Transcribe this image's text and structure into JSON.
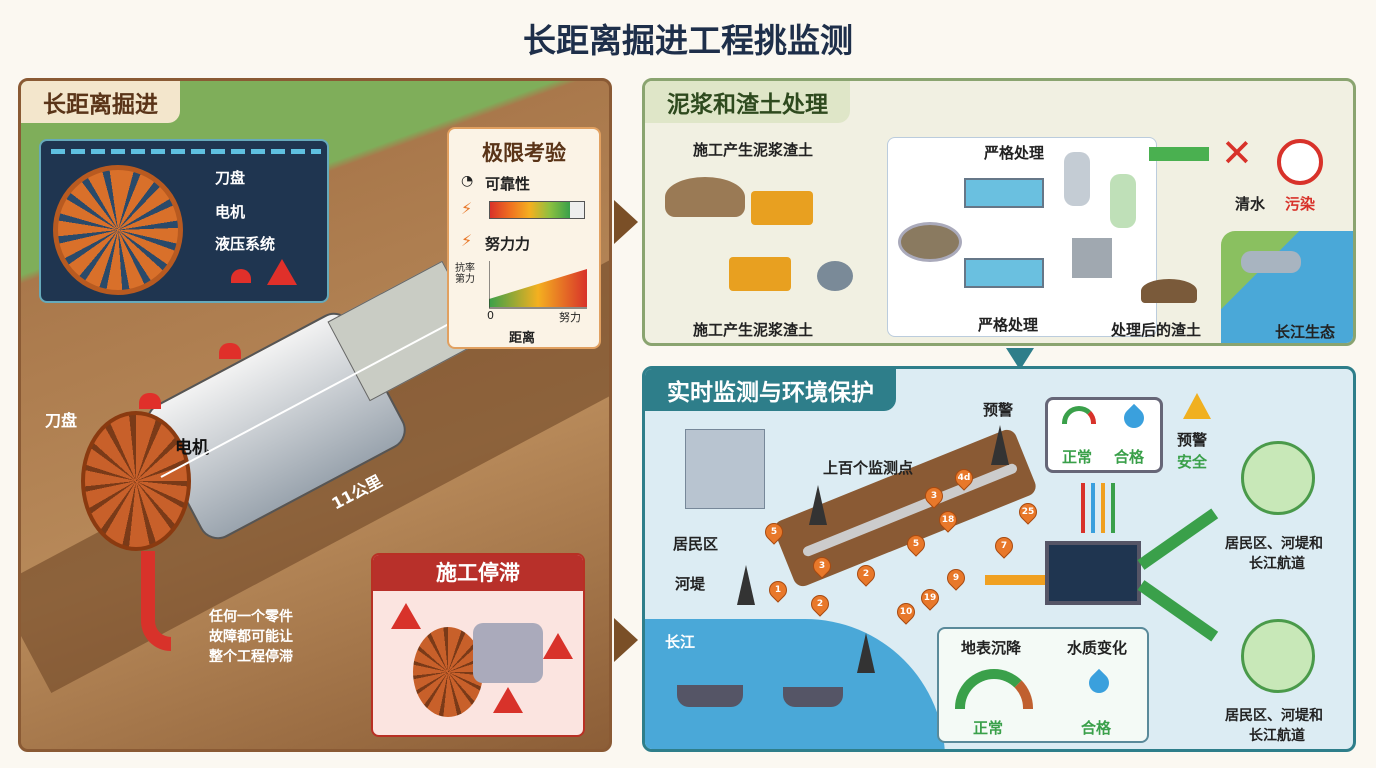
{
  "title": "长距离掘进工程挑监测",
  "left": {
    "header": "长距离掘进",
    "inset": {
      "labels": [
        "刀盘",
        "电机",
        "液压系统"
      ]
    },
    "test_card": {
      "title": "极限考验",
      "reliability": "可靠性",
      "effort": "努力力",
      "y_axis": "抗率\n第力",
      "x_origin": "0",
      "x_end": "努力",
      "x_axis": "距离"
    },
    "tbm_labels": {
      "cutter": "刀盘",
      "motor": "电机",
      "distance": "11公里"
    },
    "failure_text": [
      "任何一个零件",
      "故障都可能让",
      "整个工程停滞"
    ],
    "stall_card": {
      "title": "施工停滞"
    }
  },
  "slurry": {
    "header": "泥浆和渣土处理",
    "source_top": "施工产生泥浆渣土",
    "source_bottom": "施工产生泥浆渣土",
    "process_top": "严格处理",
    "process_bottom": "严格处理",
    "treated": "处理后的渣土",
    "clean_water": "清水",
    "pollution": "污染",
    "ecology": "长江生态"
  },
  "monitor": {
    "header": "实时监测与环境保护",
    "warning_top": "预警",
    "screen": {
      "normal": "正常",
      "qualified": "合格"
    },
    "warning_side": [
      "预警",
      "安全"
    ],
    "points_label": "上百个监测点",
    "residential": "居民区",
    "levee": "河堤",
    "river": "长江",
    "markers": [
      "5",
      "3",
      "1",
      "2",
      "2",
      "3",
      "4d",
      "18",
      "5",
      "9",
      "19",
      "10",
      "7",
      "25"
    ],
    "detail": {
      "settlement": "地表沉降",
      "water_quality": "水质变化",
      "normal": "正常",
      "qualified": "合格"
    },
    "targets": [
      {
        "line1": "居民区、河堤和",
        "line2": "长江航道"
      },
      {
        "line1": "居民区、河堤和",
        "line2": "长江航道"
      }
    ]
  },
  "colors": {
    "brown": "#8a5a34",
    "teal": "#2e7e8a",
    "green": "#3aa04a",
    "red": "#d8322a",
    "orange": "#e8782a"
  }
}
